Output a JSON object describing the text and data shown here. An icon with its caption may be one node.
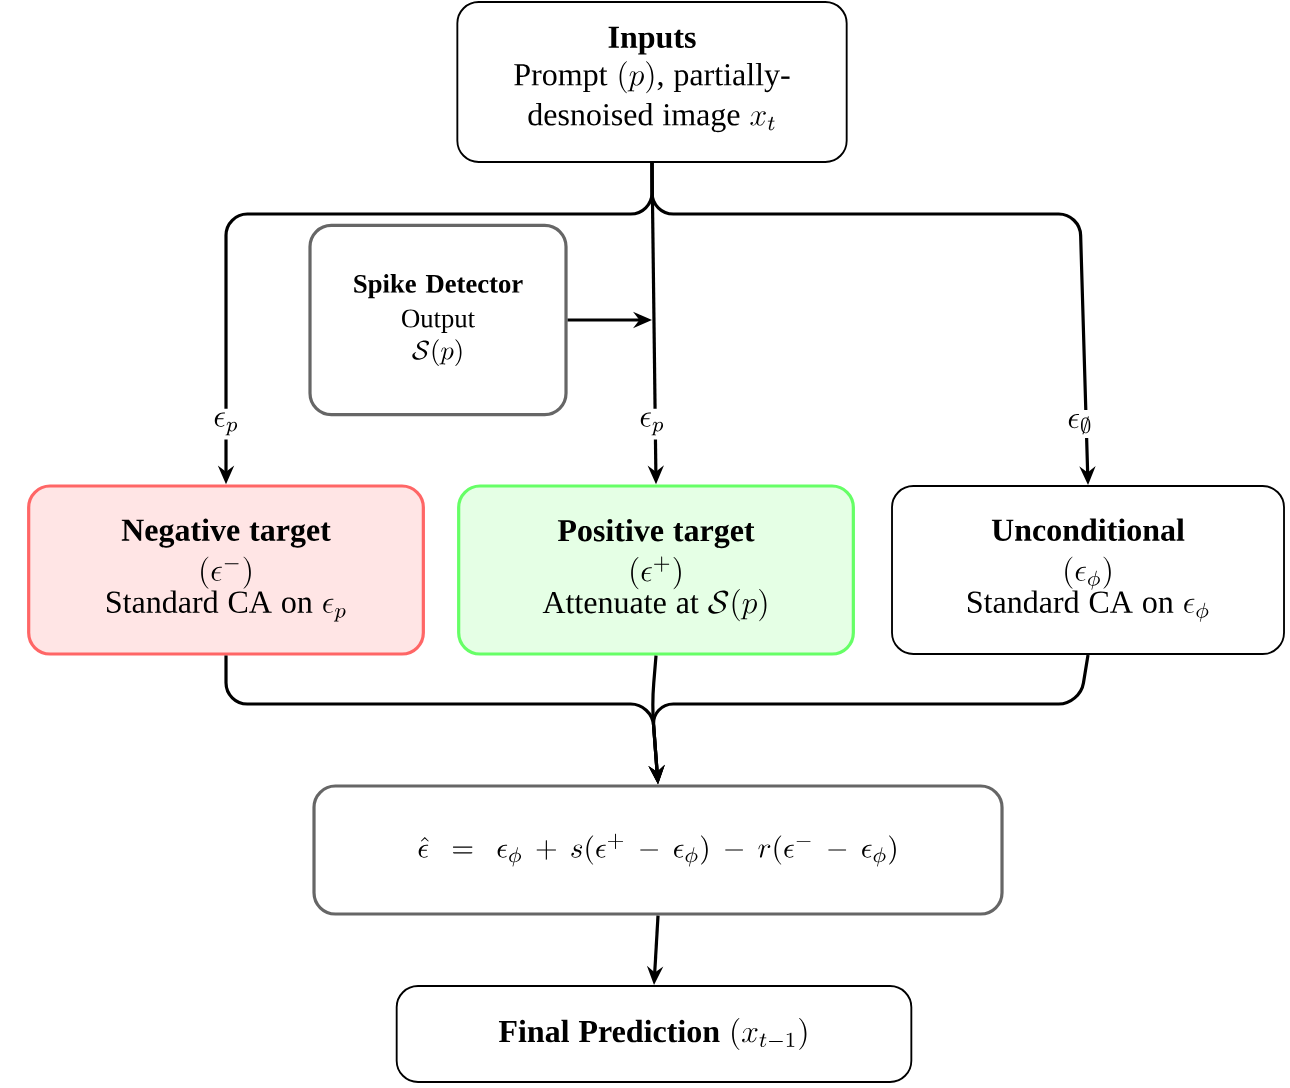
{
  "diagram": {
    "nodes": [
      {
        "text": [
          "Inputs",
          "\\begin{array}{c}\\text{Prompt }(p)\\text{, partially-}\\\\ \\text{desnoised image }x_t\\end{array}"
        ]
      },
      {
        "text": [
          "Spike Detector",
          "Output",
          "\\mathcal{S}(p)"
        ]
      },
      {
        "text": [
          "Negative target",
          "(\\epsilon^{-})",
          "\\text{Standard CA on }\\epsilon_p"
        ]
      },
      {
        "text": [
          "Positive target",
          "(\\epsilon^{+})",
          "\\text{Attenuate at }\\mathcal{S}(p)"
        ]
      },
      {
        "text": [
          "Unconditional",
          "(\\epsilon_\\phi)",
          "\\text{Standard CA on }\\epsilon_\\phi"
        ]
      },
      {
        "text": [
          "\\hat{\\epsilon}=\\epsilon_\\phi+s(\\epsilon^{+}-\\epsilon_\\phi)-r(\\epsilon^{-}-\\epsilon_\\phi)"
        ]
      },
      {
        "text": [
          "Final Prediction",
          "(x_{t-1})"
        ]
      }
    ],
    "edges": [
      {
        "from": 0,
        "to": 2,
        "arrow": "to",
        "label": "\\epsilon_p"
      },
      {
        "from": 0,
        "to": 3,
        "arrow": "to",
        "label": "\\epsilon_p"
      },
      {
        "from": 0,
        "to": 4,
        "arrow": "to",
        "label": "\\epsilon_\\emptyset"
      },
      {
        "from": 1,
        "to": null,
        "arrow": "to"
      },
      {
        "from": 2,
        "to": 5,
        "arrow": "to"
      },
      {
        "from": 3,
        "to": 5,
        "arrow": "to"
      },
      {
        "from": 4,
        "to": 5,
        "arrow": "to"
      },
      {
        "from": 5,
        "to": 6,
        "arrow": "to"
      }
    ]
  }
}
